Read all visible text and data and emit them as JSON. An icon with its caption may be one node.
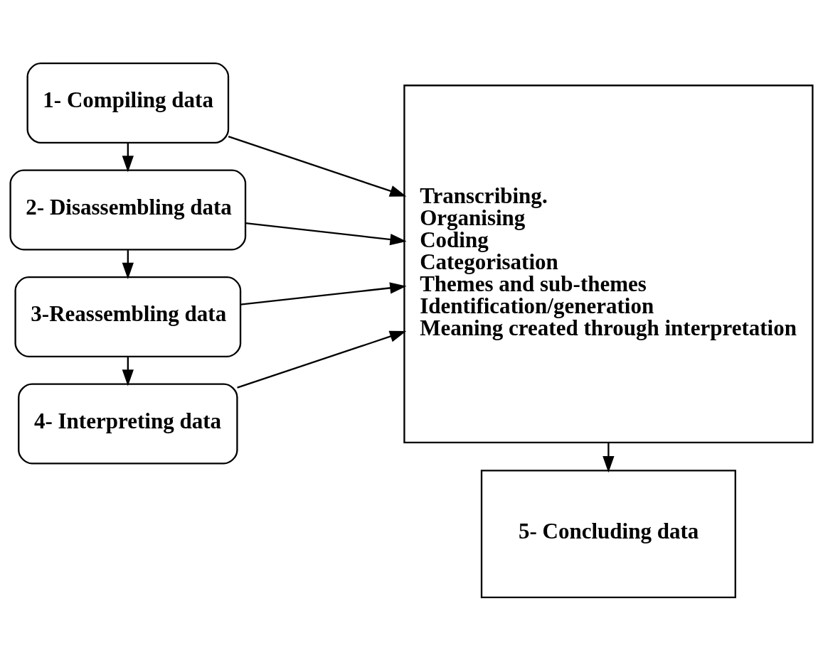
{
  "diagram": {
    "nodes": [
      {
        "text": [
          "1- Compiling data"
        ]
      },
      {
        "text": [
          "2- Disassembling data"
        ]
      },
      {
        "text": [
          "3-Reassembling data"
        ]
      },
      {
        "text": [
          "4- Interpreting data"
        ]
      },
      {
        "text": [
          "Transcribing.",
          "Organising",
          "Coding",
          "Categorisation",
          "Themes and sub-themes",
          "Identification/generation",
          "Meaning created through interpretation"
        ]
      },
      {
        "text": [
          "5- Concluding data"
        ]
      }
    ],
    "edges": [
      {
        "from": 0,
        "to": 1,
        "arrow": "to"
      },
      {
        "from": 1,
        "to": 2,
        "arrow": "to"
      },
      {
        "from": 2,
        "to": 3,
        "arrow": "to"
      },
      {
        "from": 0,
        "to": 4,
        "arrow": "to"
      },
      {
        "from": 1,
        "to": 4,
        "arrow": "to"
      },
      {
        "from": 2,
        "to": 4,
        "arrow": "to"
      },
      {
        "from": 3,
        "to": 4,
        "arrow": "to"
      },
      {
        "from": 4,
        "to": 5,
        "arrow": "to"
      }
    ]
  }
}
